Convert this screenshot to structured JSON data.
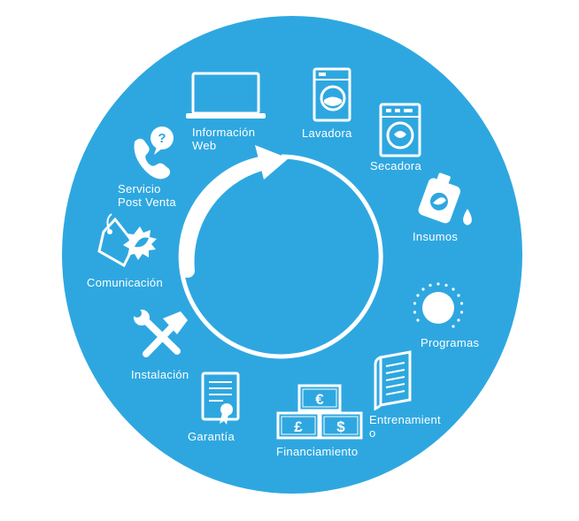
{
  "colors": {
    "background": "#ffffff",
    "disc": "#2ea7e0",
    "foreground": "#ffffff"
  },
  "items": [
    {
      "id": "informacion-web",
      "label_lines": [
        "Información",
        "Web"
      ],
      "icon": "laptop-icon"
    },
    {
      "id": "lavadora",
      "label_lines": [
        "Lavadora"
      ],
      "icon": "washing-machine-icon"
    },
    {
      "id": "secadora",
      "label_lines": [
        "Secadora"
      ],
      "icon": "dryer-icon"
    },
    {
      "id": "insumos",
      "label_lines": [
        "Insumos"
      ],
      "icon": "detergent-bottle-icon"
    },
    {
      "id": "programas",
      "label_lines": [
        "Programas"
      ],
      "icon": "dial-knob-icon"
    },
    {
      "id": "entrenamiento",
      "label_lines": [
        "Entrenamient",
        "o"
      ],
      "icon": "book-icon"
    },
    {
      "id": "financiamiento",
      "label_lines": [
        "Financiamiento"
      ],
      "icon": "currency-notes-icon"
    },
    {
      "id": "garantia",
      "label_lines": [
        "Garantía"
      ],
      "icon": "certificate-icon"
    },
    {
      "id": "instalacion",
      "label_lines": [
        "Instalación"
      ],
      "icon": "tools-icon"
    },
    {
      "id": "comunicacion",
      "label_lines": [
        "Comunicación"
      ],
      "icon": "price-tag-icon"
    },
    {
      "id": "servicio-post-venta",
      "label_lines": [
        "Servicio",
        "Post Venta"
      ],
      "icon": "phone-question-icon"
    }
  ],
  "currency_symbols": {
    "euro": "€",
    "pound": "£",
    "dollar": "$"
  },
  "question_mark": "?"
}
